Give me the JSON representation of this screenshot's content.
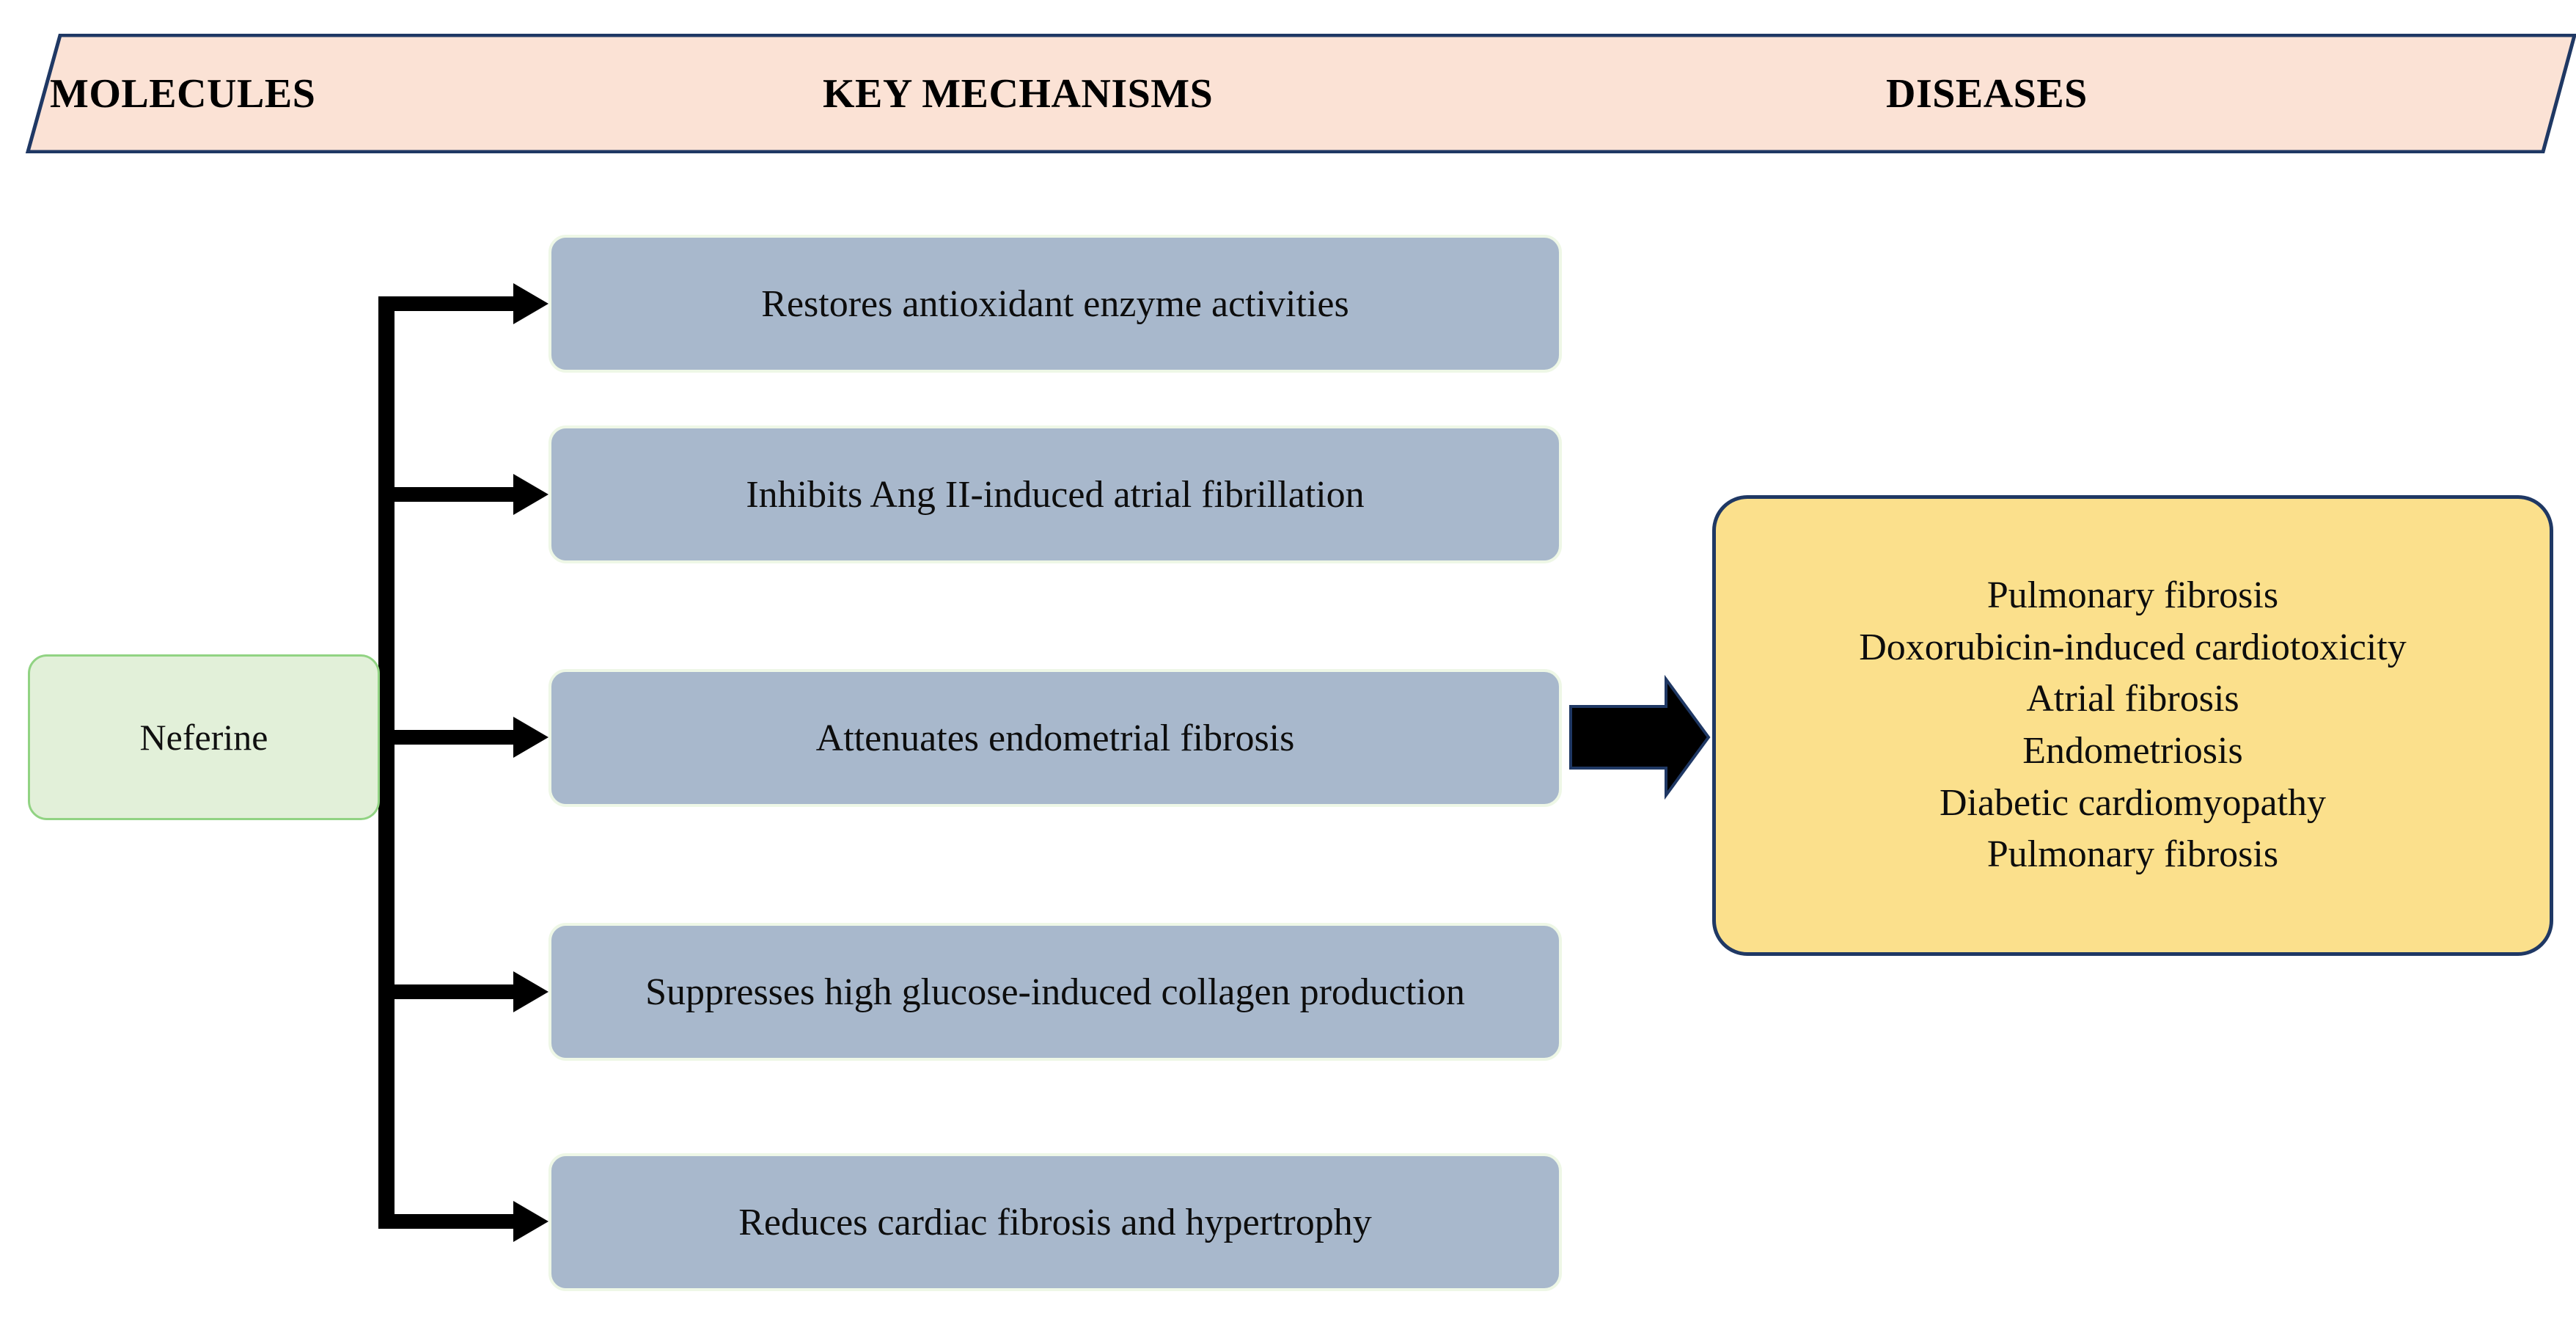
{
  "header": {
    "background_color": "#fbe2d5",
    "border_color": "#1f3864",
    "columns": [
      {
        "label": "MOLECULES"
      },
      {
        "label": "KEY MECHANISMS"
      },
      {
        "label": "DISEASES"
      }
    ]
  },
  "molecule": {
    "label": "Neferine",
    "fill_color": "#e2f0d9",
    "border_color": "#91d383"
  },
  "mechanisms": {
    "fill_color": "#a8b8cc",
    "border_color": "#eef7e6",
    "items": [
      {
        "label": "Restores antioxidant enzyme activities"
      },
      {
        "label": "Inhibits Ang II-induced atrial fibrillation"
      },
      {
        "label": "Attenuates endometrial fibrosis"
      },
      {
        "label": "Suppresses high glucose-induced collagen production"
      },
      {
        "label": "Reduces cardiac fibrosis and hypertrophy"
      }
    ]
  },
  "diseases": {
    "fill_color": "#fbe08c",
    "border_color": "#1f3864",
    "items": [
      {
        "label": "Pulmonary fibrosis"
      },
      {
        "label": "Doxorubicin-induced cardiotoxicity"
      },
      {
        "label": "Atrial fibrosis"
      },
      {
        "label": "Endometriosis"
      },
      {
        "label": "Diabetic cardiomyopathy"
      },
      {
        "label": "Pulmonary fibrosis"
      }
    ]
  },
  "connectors": {
    "line_color": "#000000",
    "branch_arrow_name": "branch-arrow-icon",
    "block_arrow_name": "block-arrow-icon"
  }
}
